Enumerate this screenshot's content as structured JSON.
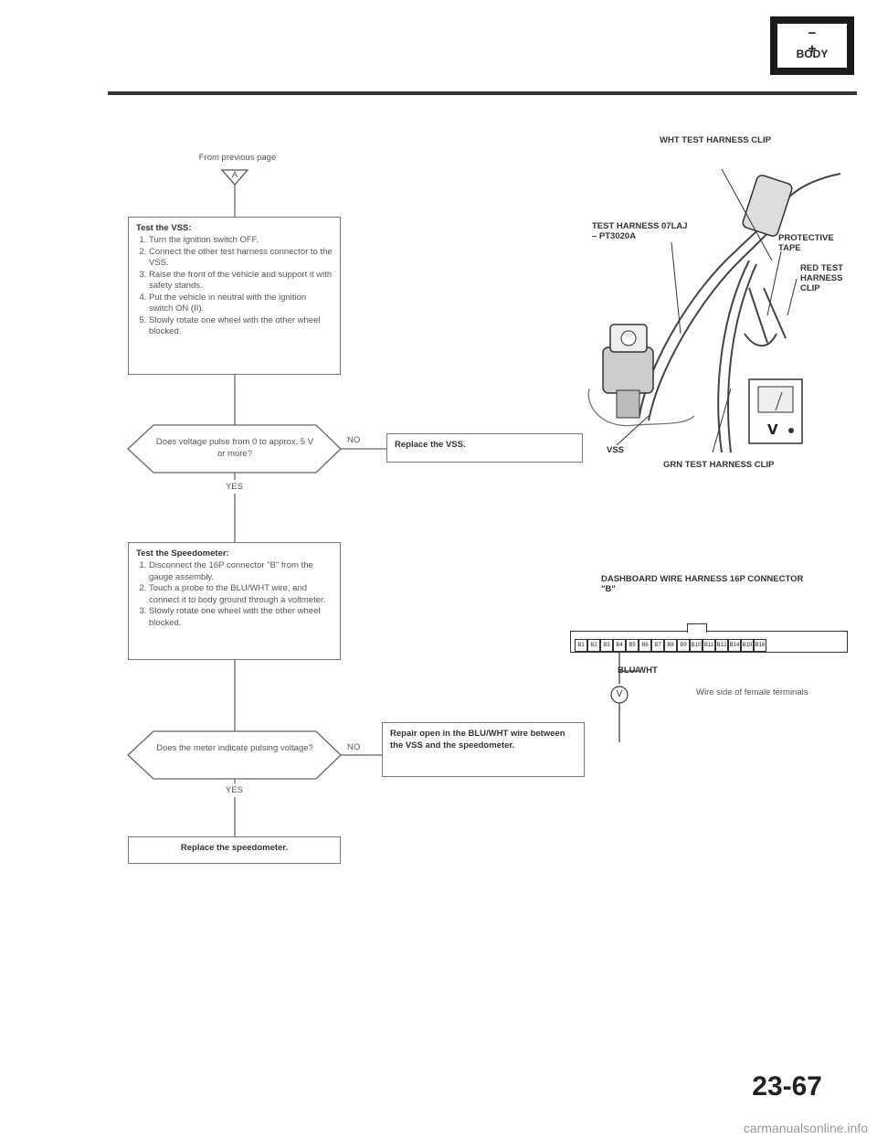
{
  "header": {
    "badge_symbol": "− +",
    "badge_label": "BODY"
  },
  "flowchart": {
    "from_text": "From previous page",
    "connector": "A",
    "step1": {
      "title": "Test the VSS:",
      "items": [
        "Turn the ignition switch OFF.",
        "Connect the other test harness connector to the VSS.",
        "Raise the front of the vehicle and support it with safety stands.",
        "Put the vehicle in neutral with the ignition switch ON (II).",
        "Slowly rotate one wheel with the other wheel blocked."
      ]
    },
    "question1": "Does voltage pulse from 0 to approx. 5 V or more?",
    "no1_label": "NO",
    "result1": "Replace the VSS.",
    "yes1_label": "YES",
    "step2": {
      "title": "Test the Speedometer:",
      "items": [
        "Disconnect the 16P connector \"B\" from the gauge assembly.",
        "Touch a probe to the BLU/WHT wire, and connect it to body ground through a voltmeter.",
        "Slowly rotate one wheel with the other wheel blocked."
      ]
    },
    "question2": "Does the meter indicate pulsing voltage?",
    "no2_label": "NO",
    "result2": "Repair open in the BLU/WHT wire between the VSS and the speedometer.",
    "yes2_label": "YES",
    "result3": "Replace the speedometer."
  },
  "illustration1": {
    "label_wht_clip": "WHT TEST HARNESS CLIP",
    "label_test_harness": "TEST HARNESS 07LAJ – PT3020A",
    "label_protective_tape": "PROTECTIVE TAPE",
    "label_red_clip": "RED TEST HARNESS CLIP",
    "label_vss": "VSS",
    "label_grn_clip": "GRN TEST HARNESS CLIP"
  },
  "illustration2": {
    "title": "DASHBOARD WIRE HARNESS 16P CONNECTOR \"B\"",
    "pins": [
      "B1",
      "B2",
      "B3",
      "B4",
      "B5",
      "B6",
      "B7",
      "B8",
      "B9",
      "B10",
      "B11",
      "B12",
      "B14",
      "B15",
      "B16"
    ],
    "wire_label": "BLU/WHT",
    "meter_symbol": "V",
    "note": "Wire side of female terminals"
  },
  "footer": {
    "page_number": "23-67",
    "watermark": "carmanualsonline.info"
  }
}
